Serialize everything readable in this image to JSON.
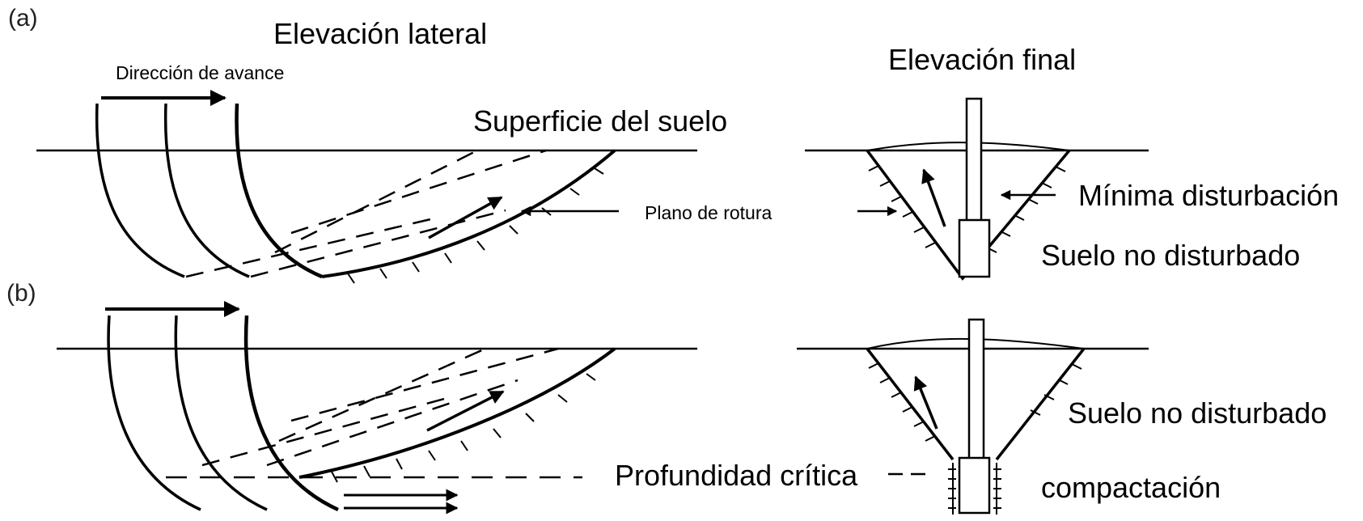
{
  "panel_labels": {
    "a": "(a)",
    "b": "(b)"
  },
  "labels": {
    "side_elevation": "Elevación lateral",
    "travel_direction": "Dirección de avance",
    "end_elevation": "Elevación final",
    "soil_surface": "Superficie del suelo",
    "failure_plane": "Plano de rotura",
    "minimal_disturbance": "Mínima disturbación",
    "undisturbed_soil_a": "Suelo no disturbado",
    "undisturbed_soil_b": "Suelo no disturbado",
    "critical_depth": "Profundidad crítica",
    "compaction": "compactación"
  }
}
